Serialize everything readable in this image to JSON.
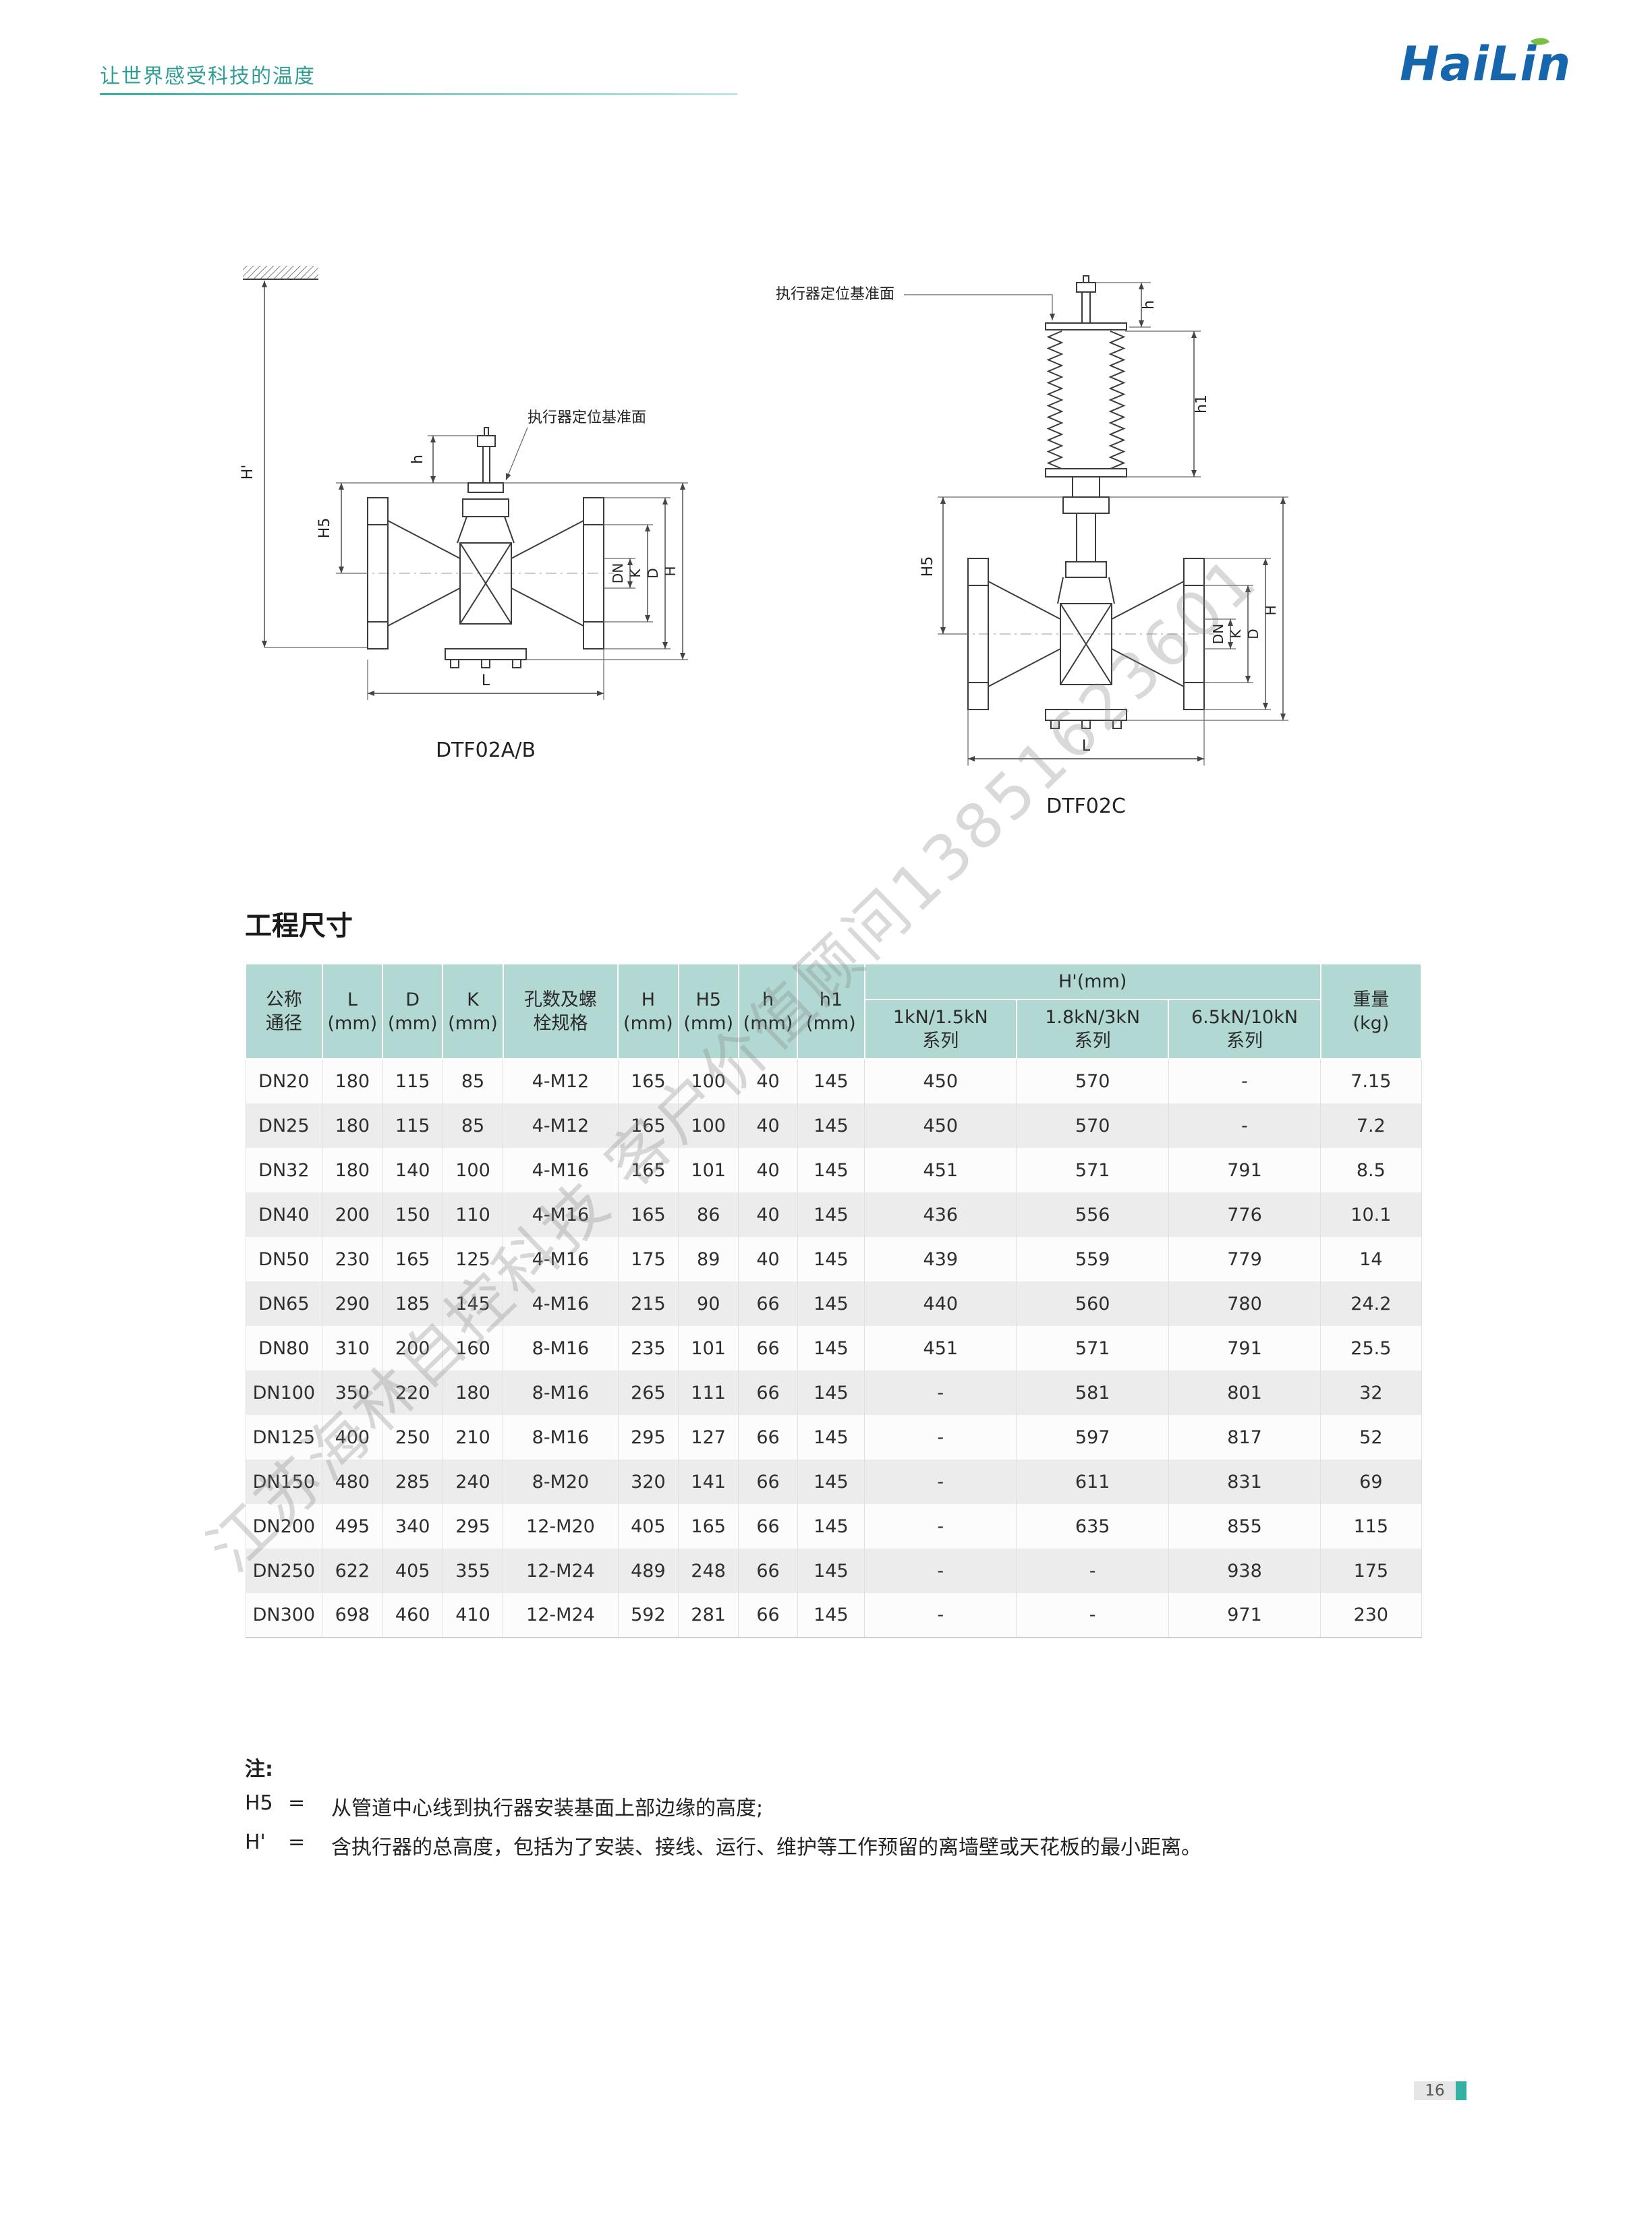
{
  "header": {
    "slogan": "让世界感受科技的温度",
    "logo_text": "HaiLin"
  },
  "colors": {
    "accent_teal": "#35b0a4",
    "logo_blue": "#1666ad",
    "leaf_green": "#7ac143",
    "table_header_bg": "#b2d8d4"
  },
  "watermark": "江苏海林自控科技 客户价值顾问13851623601",
  "diagrams": {
    "left": {
      "caption": "DTF02A/B",
      "datum_label": "执行器定位基准面",
      "dim_h_prime": "H'",
      "dim_h": "h",
      "dim_h5": "H5",
      "dim_dn": "DN",
      "dim_k": "K",
      "dim_d": "D",
      "dim_big_h": "H",
      "dim_l": "L"
    },
    "right": {
      "caption": "DTF02C",
      "datum_label": "执行器定位基准面",
      "dim_h": "h",
      "dim_h1": "h1",
      "dim_h5": "H5",
      "dim_dn": "DN",
      "dim_k": "K",
      "dim_d": "D",
      "dim_big_h": "H",
      "dim_l": "L"
    }
  },
  "section": {
    "title": "工程尺寸"
  },
  "table": {
    "headers": {
      "nominal": "公称\n通径",
      "L": "L\n(mm)",
      "D": "D\n(mm)",
      "K": "K\n(mm)",
      "bolt": "孔数及螺\n栓规格",
      "H": "H\n(mm)",
      "H5": "H5\n(mm)",
      "h": "h\n(mm)",
      "h1": "h1\n(mm)",
      "hprime_group": "H'(mm)",
      "s1": "1kN/1.5kN\n系列",
      "s2": "1.8kN/3kN\n系列",
      "s3": "6.5kN/10kN\n系列",
      "weight": "重量\n(kg)"
    },
    "rows": [
      [
        "DN20",
        "180",
        "115",
        "85",
        "4-M12",
        "165",
        "100",
        "40",
        "145",
        "450",
        "570",
        "-",
        "7.15"
      ],
      [
        "DN25",
        "180",
        "115",
        "85",
        "4-M12",
        "165",
        "100",
        "40",
        "145",
        "450",
        "570",
        "-",
        "7.2"
      ],
      [
        "DN32",
        "180",
        "140",
        "100",
        "4-M16",
        "165",
        "101",
        "40",
        "145",
        "451",
        "571",
        "791",
        "8.5"
      ],
      [
        "DN40",
        "200",
        "150",
        "110",
        "4-M16",
        "165",
        "86",
        "40",
        "145",
        "436",
        "556",
        "776",
        "10.1"
      ],
      [
        "DN50",
        "230",
        "165",
        "125",
        "4-M16",
        "175",
        "89",
        "40",
        "145",
        "439",
        "559",
        "779",
        "14"
      ],
      [
        "DN65",
        "290",
        "185",
        "145",
        "4-M16",
        "215",
        "90",
        "66",
        "145",
        "440",
        "560",
        "780",
        "24.2"
      ],
      [
        "DN80",
        "310",
        "200",
        "160",
        "8-M16",
        "235",
        "101",
        "66",
        "145",
        "451",
        "571",
        "791",
        "25.5"
      ],
      [
        "DN100",
        "350",
        "220",
        "180",
        "8-M16",
        "265",
        "111",
        "66",
        "145",
        "-",
        "581",
        "801",
        "32"
      ],
      [
        "DN125",
        "400",
        "250",
        "210",
        "8-M16",
        "295",
        "127",
        "66",
        "145",
        "-",
        "597",
        "817",
        "52"
      ],
      [
        "DN150",
        "480",
        "285",
        "240",
        "8-M20",
        "320",
        "141",
        "66",
        "145",
        "-",
        "611",
        "831",
        "69"
      ],
      [
        "DN200",
        "495",
        "340",
        "295",
        "12-M20",
        "405",
        "165",
        "66",
        "145",
        "-",
        "635",
        "855",
        "115"
      ],
      [
        "DN250",
        "622",
        "405",
        "355",
        "12-M24",
        "489",
        "248",
        "66",
        "145",
        "-",
        "-",
        "938",
        "175"
      ],
      [
        "DN300",
        "698",
        "460",
        "410",
        "12-M24",
        "592",
        "281",
        "66",
        "145",
        "-",
        "-",
        "971",
        "230"
      ]
    ]
  },
  "notes": {
    "label": "注:",
    "items": [
      {
        "term": "H5",
        "eq": "=",
        "text": "从管道中心线到执行器安装基面上部边缘的高度;"
      },
      {
        "term": "H'",
        "eq": "=",
        "text": "含执行器的总高度，包括为了安装、接线、运行、维护等工作预留的离墙壁或天花板的最小距离。"
      }
    ]
  },
  "footer": {
    "page_number": "16"
  }
}
